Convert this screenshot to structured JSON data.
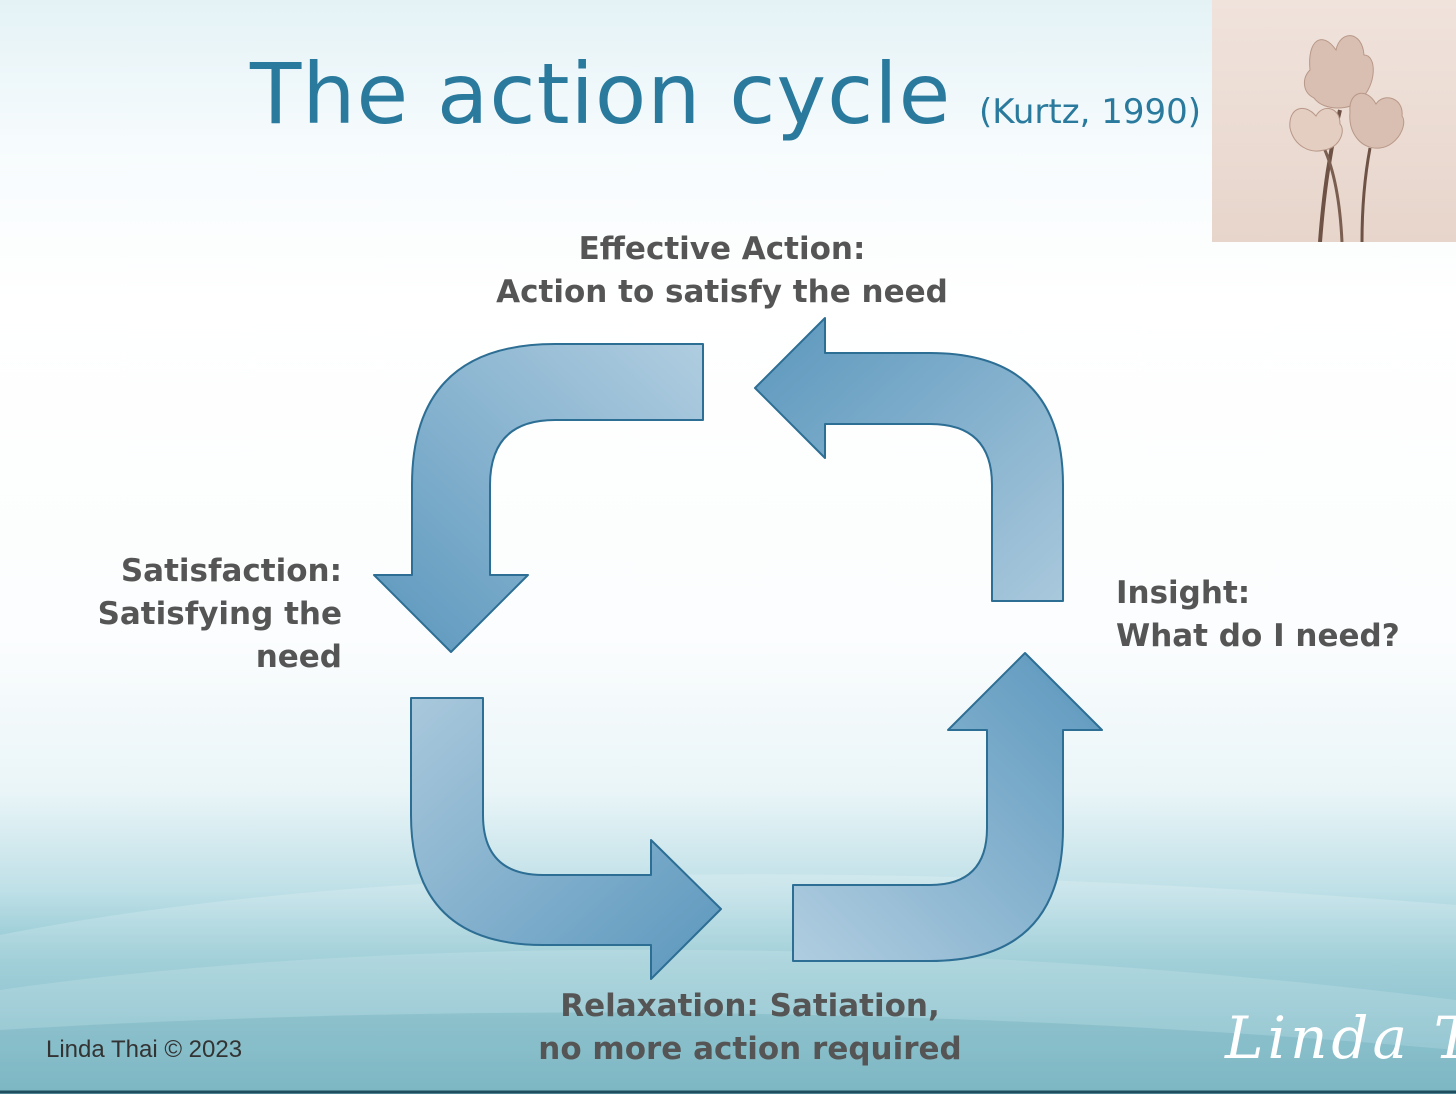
{
  "title": {
    "main": "The action cycle",
    "citation": "(Kurtz, 1990)"
  },
  "stages": {
    "effective_action": {
      "line1": "Effective Action:",
      "line2": "Action to satisfy the need"
    },
    "satisfaction": {
      "line1": "Satisfaction:",
      "line2": "Satisfying the",
      "line3": "need"
    },
    "insight": {
      "line1": "Insight:",
      "line2": "What do I need?"
    },
    "relaxation": {
      "line1": "Relaxation: Satiation,",
      "line2": "no more action required"
    }
  },
  "footer": {
    "copyright": "Linda Thai © 2023",
    "signature": "Linda Thai"
  },
  "colors": {
    "title": "#2a7a9e",
    "label_text": "#555555",
    "arrow_fill_dark": "#5b97bd",
    "arrow_fill_light": "#a9c8dc",
    "arrow_stroke": "#2d6e94"
  },
  "icons": {
    "flower_photo": "anemone-flowers-photo"
  }
}
